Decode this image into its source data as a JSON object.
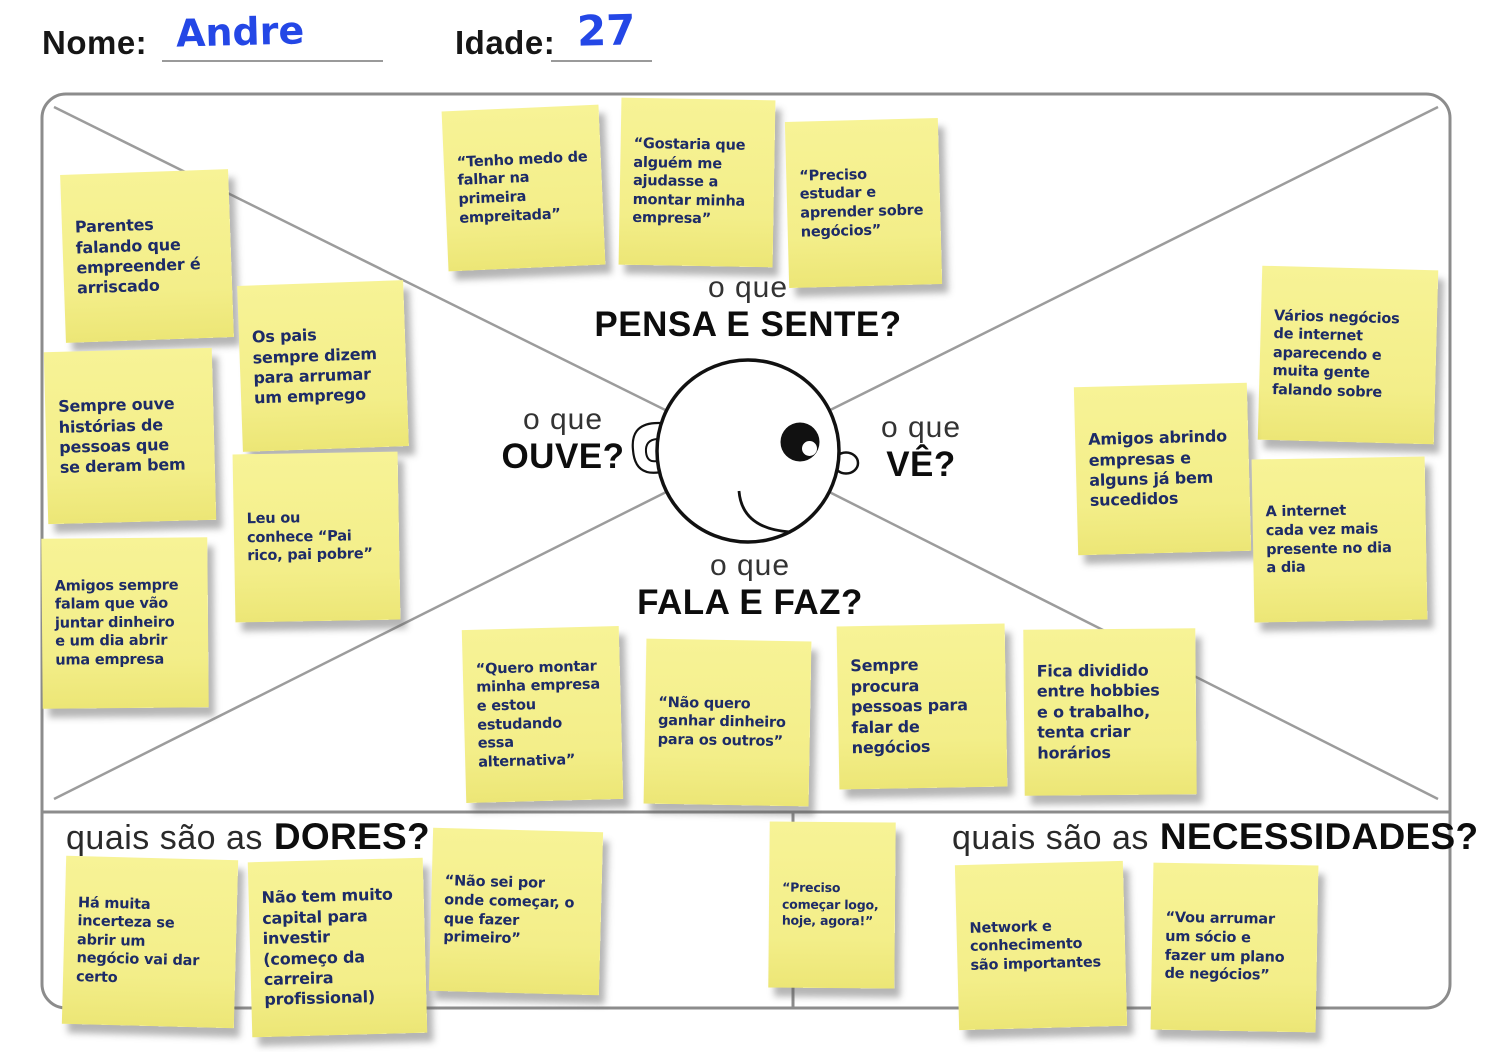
{
  "header": {
    "name_label": "Nome:",
    "name_value": "Andre",
    "age_label": "Idade:",
    "age_value": "27"
  },
  "sections": {
    "pensa": {
      "prefix": "o que",
      "title": "PENSA E SENTE?"
    },
    "ouve": {
      "prefix": "o que",
      "title": "OUVE?"
    },
    "ve": {
      "prefix": "o que",
      "title": "VÊ?"
    },
    "fala": {
      "prefix": "o que",
      "title": "FALA E FAZ?"
    },
    "dores": {
      "prefix": "quais são as",
      "title": "DORES?"
    },
    "necessidades": {
      "prefix": "quais são as",
      "title": "NECESSIDADES?"
    }
  },
  "notes": {
    "ouve": [
      "Parentes\nfalando que\nempreender é\narriscado",
      "Os pais\nsempre dizem\npara arrumar\num emprego",
      "Sempre ouve\nhistórias de\npessoas que\nse deram bem",
      "Leu ou\nconhece “Pai\nrico, pai pobre”",
      "Amigos sempre\nfalam que vão\njuntar dinheiro\ne um dia abrir\numa empresa"
    ],
    "pensa": [
      "“Tenho medo de\nfalhar na\nprimeira\nempreitada”",
      "“Gostaria que\nalguém me\najudasse a\nmontar minha\nempresa”",
      "“Preciso\nestudar e\naprender sobre\nnegócios”"
    ],
    "ve": [
      "Vários negócios\nde internet\naparecendo e\nmuita gente\nfalando sobre",
      "Amigos abrindo\nempresas e\nalguns já bem\nsucedidos",
      "A internet\ncada vez mais\npresente no dia\na dia"
    ],
    "fala": [
      "“Quero montar\nminha empresa\ne estou\nestudando\nessa\nalternativa”",
      "“Não quero\nganhar dinheiro\npara os outros”",
      "Sempre\nprocura\npessoas para\nfalar de\nnegócios",
      "Fica dividido\nentre hobbies\ne o trabalho,\ntenta criar\nhorários"
    ],
    "dores": [
      "Há muita\nincerteza se\nabrir um\nnegócio vai dar\ncerto",
      "Não tem muito\ncapital para\ninvestir\n(começo da\ncarreira\nprofissional)",
      "“Não sei por\nonde começar, o\nque fazer\nprimeiro”"
    ],
    "necessidades": [
      "“Preciso\ncomeçar logo,\nhoje, agora!”",
      "Network e\nconhecimento\nsão importantes",
      "“Vou arrumar\num sócio e\nfazer um plano\nde negócios”"
    ]
  },
  "colors": {
    "note_yellow": "#f3ee89",
    "note_text_navy": "#1d2b67",
    "handwriting_blue": "#2447e6",
    "border_gray": "#8c8c8c",
    "diagonal_gray": "#9c9c9c"
  }
}
